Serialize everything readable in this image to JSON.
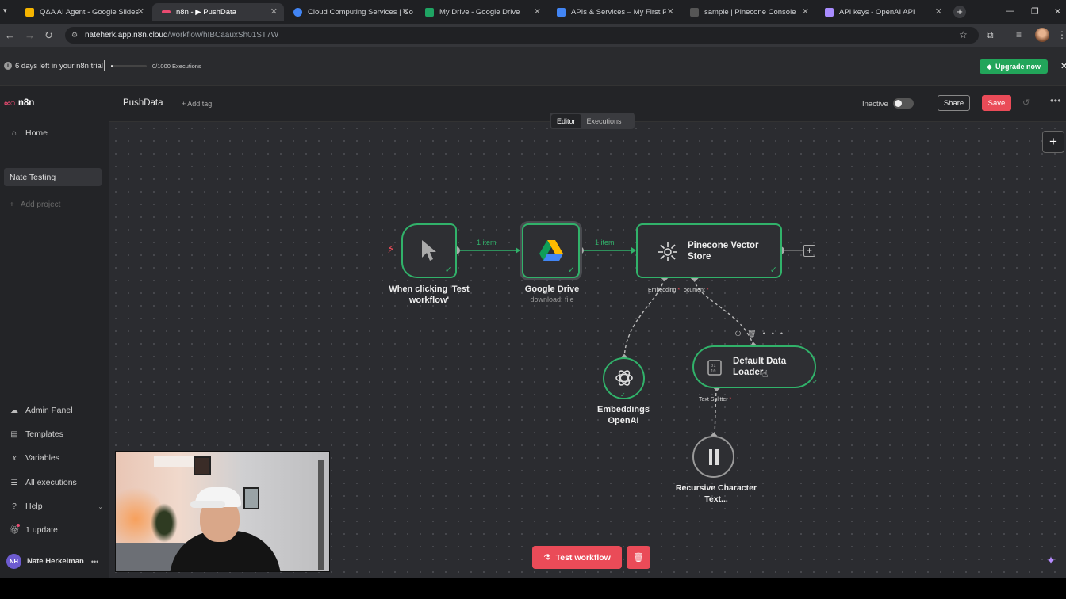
{
  "browser": {
    "tabs": [
      {
        "title": "Q&A AI Agent - Google Slides",
        "color": "#f5b400"
      },
      {
        "title": "n8n - ▶ PushData",
        "color": "#ea4b71"
      },
      {
        "title": "Cloud Computing Services | Go",
        "color": "#4285f4"
      },
      {
        "title": "My Drive - Google Drive",
        "color": "#1fa463"
      },
      {
        "title": "APIs & Services – My First Proje",
        "color": "#4285f4"
      },
      {
        "title": "sample | Pinecone Console",
        "color": "#555555"
      },
      {
        "title": "API keys - OpenAI API",
        "color": "#a98cff"
      }
    ],
    "url_host": "nateherk.app.n8n.cloud",
    "url_path": "/workflow/hIBCaauxSh01ST7W"
  },
  "banner": {
    "trial_text": "6 days left in your n8n trial",
    "executions_text": "0/1000 Executions",
    "executions_progress": 0.04,
    "upgrade_label": "Upgrade now"
  },
  "sidebar": {
    "brand": "n8n",
    "home": "Home",
    "project": "Nate Testing",
    "add_project": "Add project",
    "bottom_items": [
      {
        "label": "Admin Panel",
        "icon": "cloud-icon"
      },
      {
        "label": "Templates",
        "icon": "templates-icon"
      },
      {
        "label": "Variables",
        "icon": "variables-icon"
      },
      {
        "label": "All executions",
        "icon": "list-icon"
      },
      {
        "label": "Help",
        "icon": "help-icon"
      },
      {
        "label": "1 update",
        "icon": "gift-icon"
      }
    ],
    "user_initials": "NH",
    "user_name": "Nate Herkelman"
  },
  "header": {
    "workflow_name": "PushData",
    "add_tag": "+ Add tag",
    "inactive": "Inactive",
    "share": "Share",
    "save": "Save"
  },
  "canvas": {
    "modes": [
      "Editor",
      "Executions"
    ],
    "nodes": {
      "trigger": {
        "label": "When clicking 'Test workflow'"
      },
      "gdrive": {
        "label": "Google Drive",
        "sub": "download: file"
      },
      "pinecone": {
        "label": "Pinecone Vector Store",
        "port_embedding": "Embedding",
        "port_document": "ocument"
      },
      "loader": {
        "label": "Default Data Loader",
        "port_text_splitter": "Text Splitter"
      },
      "embeddings": {
        "label": "Embeddings OpenAI"
      },
      "splitter": {
        "label": "Recursive Character Text..."
      }
    },
    "edge_labels": [
      "1 item",
      "1 item"
    ],
    "test_button": "Test workflow"
  },
  "colors": {
    "accent": "#ea4b58",
    "success": "#31b26a",
    "upgrade": "#22a55a",
    "canvas_bg": "#2b2c30"
  }
}
